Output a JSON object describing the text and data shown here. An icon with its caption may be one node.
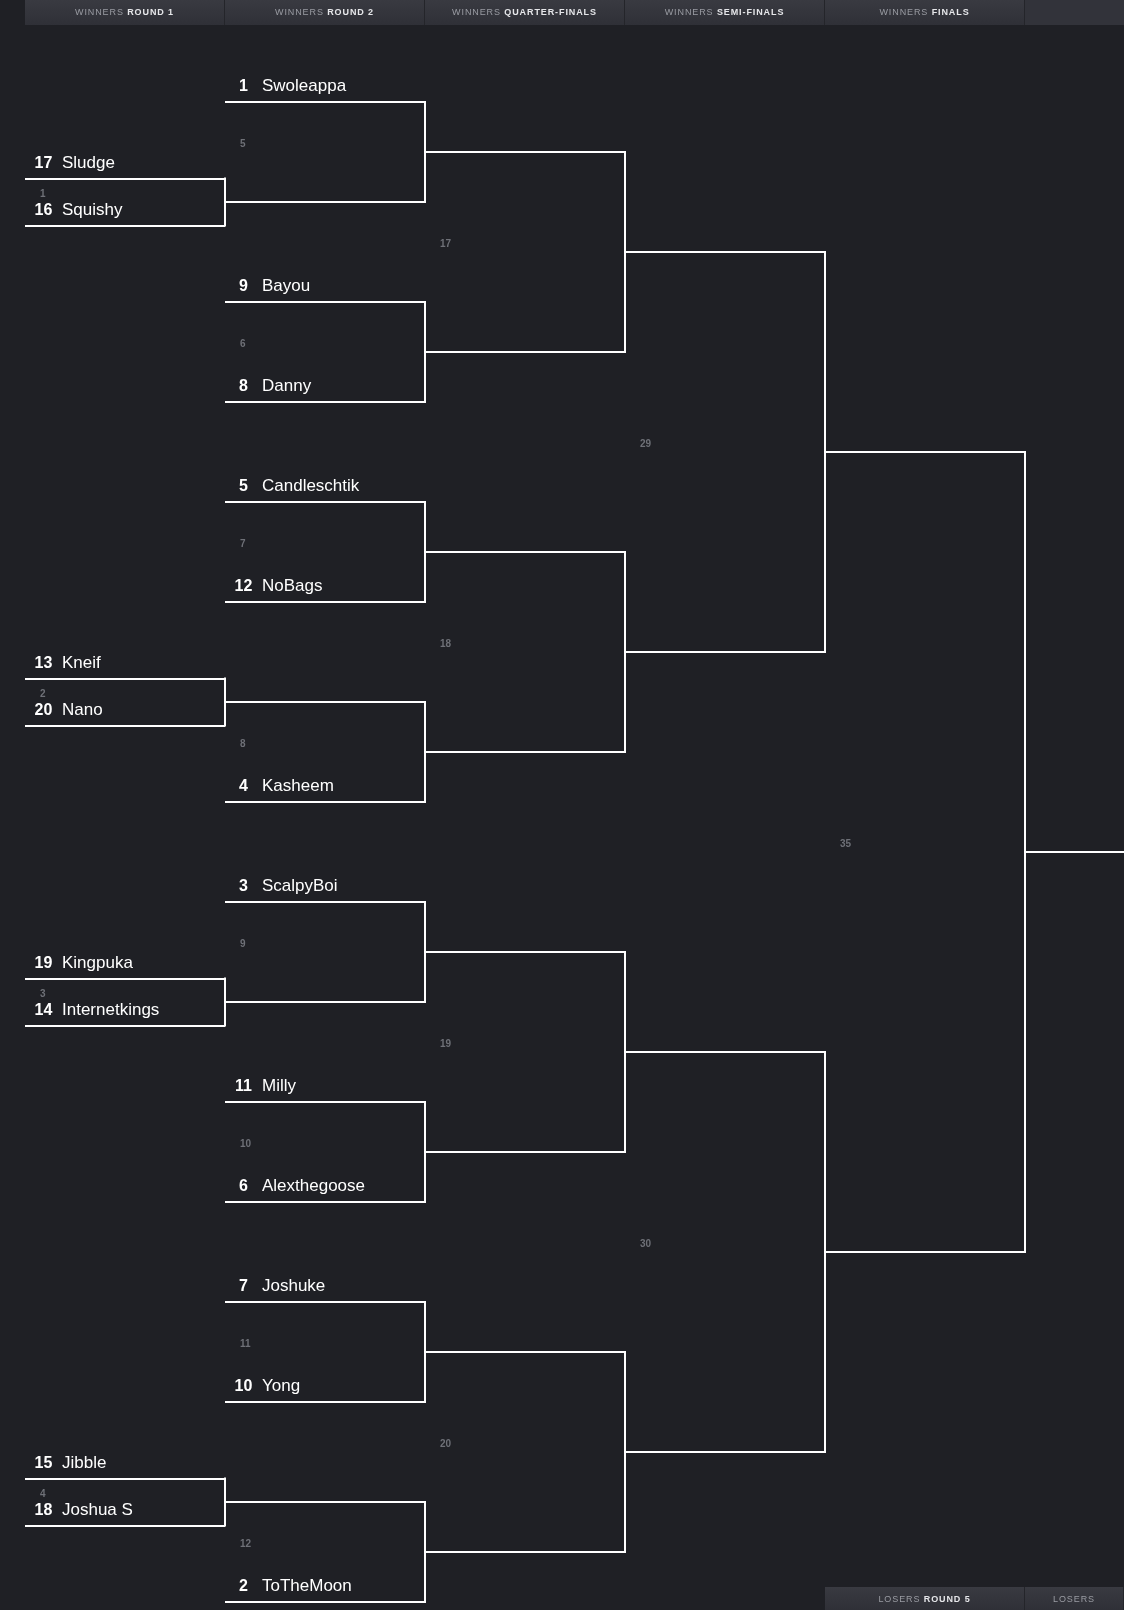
{
  "diagram": {
    "nodes": [
      {
        "text": [
          "WINNERS **ROUND 1**"
        ]
      },
      {
        "text": [
          "WINNERS **ROUND 2**"
        ]
      },
      {
        "text": [
          "WINNERS **QUARTER-FINALS**"
        ]
      },
      {
        "text": [
          "WINNERS **SEMI-FINALS**"
        ]
      },
      {
        "text": [
          "WINNERS **FINALS**"
        ]
      },
      {
        "text": [
          "17",
          "Sludge"
        ]
      },
      {
        "text": [
          "16",
          "Squishy"
        ]
      },
      {
        "text": [
          "13",
          "Kneif"
        ]
      },
      {
        "text": [
          "20",
          "Nano"
        ]
      },
      {
        "text": [
          "19",
          "Kingpuka"
        ]
      },
      {
        "text": [
          "14",
          "Internetkings"
        ]
      },
      {
        "text": [
          "15",
          "Jibble"
        ]
      },
      {
        "text": [
          "18",
          "Joshua S"
        ]
      },
      {
        "text": [
          "1",
          "Swoleappa"
        ]
      },
      {
        "text": [],
        "shape": "line"
      },
      {
        "text": [
          "9",
          "Bayou"
        ]
      },
      {
        "text": [
          "8",
          "Danny"
        ]
      },
      {
        "text": [
          "5",
          "Candleschtik"
        ]
      },
      {
        "text": [
          "12",
          "NoBags"
        ]
      },
      {
        "text": [],
        "shape": "line"
      },
      {
        "text": [
          "4",
          "Kasheem"
        ]
      },
      {
        "text": [
          "3",
          "ScalpyBoi"
        ]
      },
      {
        "text": [],
        "shape": "line"
      },
      {
        "text": [
          "11",
          "Milly"
        ]
      },
      {
        "text": [
          "6",
          "Alexthegoose"
        ]
      },
      {
        "text": [
          "7",
          "Joshuke"
        ]
      },
      {
        "text": [
          "10",
          "Yong"
        ]
      },
      {
        "text": [],
        "shape": "line"
      },
      {
        "text": [
          "2",
          "ToTheMoon"
        ]
      },
      {
        "text": [],
        "shape": "line"
      },
      {
        "text": [],
        "shape": "line"
      },
      {
        "text": [],
        "shape": "line"
      },
      {
        "text": [],
        "shape": "line"
      },
      {
        "text": [],
        "shape": "line"
      },
      {
        "text": [],
        "shape": "line"
      },
      {
        "text": [],
        "shape": "line"
      },
      {
        "text": [],
        "shape": "line"
      },
      {
        "text": [],
        "shape": "line"
      },
      {
        "text": [],
        "shape": "line"
      },
      {
        "text": [],
        "shape": "line"
      },
      {
        "text": [],
        "shape": "line"
      },
      {
        "text": [],
        "shape": "line"
      },
      {
        "text": [],
        "shape": "line"
      },
      {
        "text": [],
        "shape": "line"
      },
      {
        "text": [
          "LOSERS **ROUND 5**"
        ]
      },
      {
        "text": [
          "LOSERS"
        ]
      }
    ],
    "edges": [
      {
        "from": 5,
        "to": 14,
        "arrow": "none"
      },
      {
        "from": 6,
        "to": 14,
        "arrow": "none"
      },
      {
        "from": 7,
        "to": 19,
        "arrow": "none"
      },
      {
        "from": 8,
        "to": 19,
        "arrow": "none"
      },
      {
        "from": 9,
        "to": 22,
        "arrow": "none"
      },
      {
        "from": 10,
        "to": 22,
        "arrow": "none"
      },
      {
        "from": 11,
        "to": 27,
        "arrow": "none"
      },
      {
        "from": 12,
        "to": 27,
        "arrow": "none"
      },
      {
        "from": 13,
        "to": 29,
        "arrow": "none"
      },
      {
        "from": 14,
        "to": 29,
        "arrow": "none"
      },
      {
        "from": 15,
        "to": 30,
        "arrow": "none"
      },
      {
        "from": 16,
        "to": 30,
        "arrow": "none"
      },
      {
        "from": 17,
        "to": 31,
        "arrow": "none"
      },
      {
        "from": 18,
        "to": 31,
        "arrow": "none"
      },
      {
        "from": 19,
        "to": 32,
        "arrow": "none"
      },
      {
        "from": 20,
        "to": 32,
        "arrow": "none"
      },
      {
        "from": 21,
        "to": 33,
        "arrow": "none"
      },
      {
        "from": 22,
        "to": 33,
        "arrow": "none"
      },
      {
        "from": 23,
        "to": 34,
        "arrow": "none"
      },
      {
        "from": 24,
        "to": 34,
        "arrow": "none"
      },
      {
        "from": 25,
        "to": 35,
        "arrow": "none"
      },
      {
        "from": 26,
        "to": 35,
        "arrow": "none"
      },
      {
        "from": 27,
        "to": 36,
        "arrow": "none"
      },
      {
        "from": 28,
        "to": 36,
        "arrow": "none"
      },
      {
        "from": 29,
        "to": 37,
        "arrow": "none"
      },
      {
        "from": 30,
        "to": 37,
        "arrow": "none"
      },
      {
        "from": 31,
        "to": 38,
        "arrow": "none"
      },
      {
        "from": 32,
        "to": 38,
        "arrow": "none"
      },
      {
        "from": 33,
        "to": 39,
        "arrow": "none"
      },
      {
        "from": 34,
        "to": 39,
        "arrow": "none"
      },
      {
        "from": 35,
        "to": 40,
        "arrow": "none"
      },
      {
        "from": 36,
        "to": 40,
        "arrow": "none"
      },
      {
        "from": 37,
        "to": 41,
        "arrow": "none"
      },
      {
        "from": 38,
        "to": 41,
        "arrow": "none"
      },
      {
        "from": 39,
        "to": 42,
        "arrow": "none"
      },
      {
        "from": 40,
        "to": 42,
        "arrow": "none"
      },
      {
        "from": 41,
        "to": 43,
        "arrow": "none"
      },
      {
        "from": 42,
        "to": 43,
        "arrow": "none"
      }
    ],
    "labels": [
      "1",
      "2",
      "3",
      "4",
      "5",
      "6",
      "7",
      "8",
      "9",
      "10",
      "11",
      "12",
      "17",
      "18",
      "19",
      "20",
      "29",
      "30",
      "35"
    ]
  }
}
